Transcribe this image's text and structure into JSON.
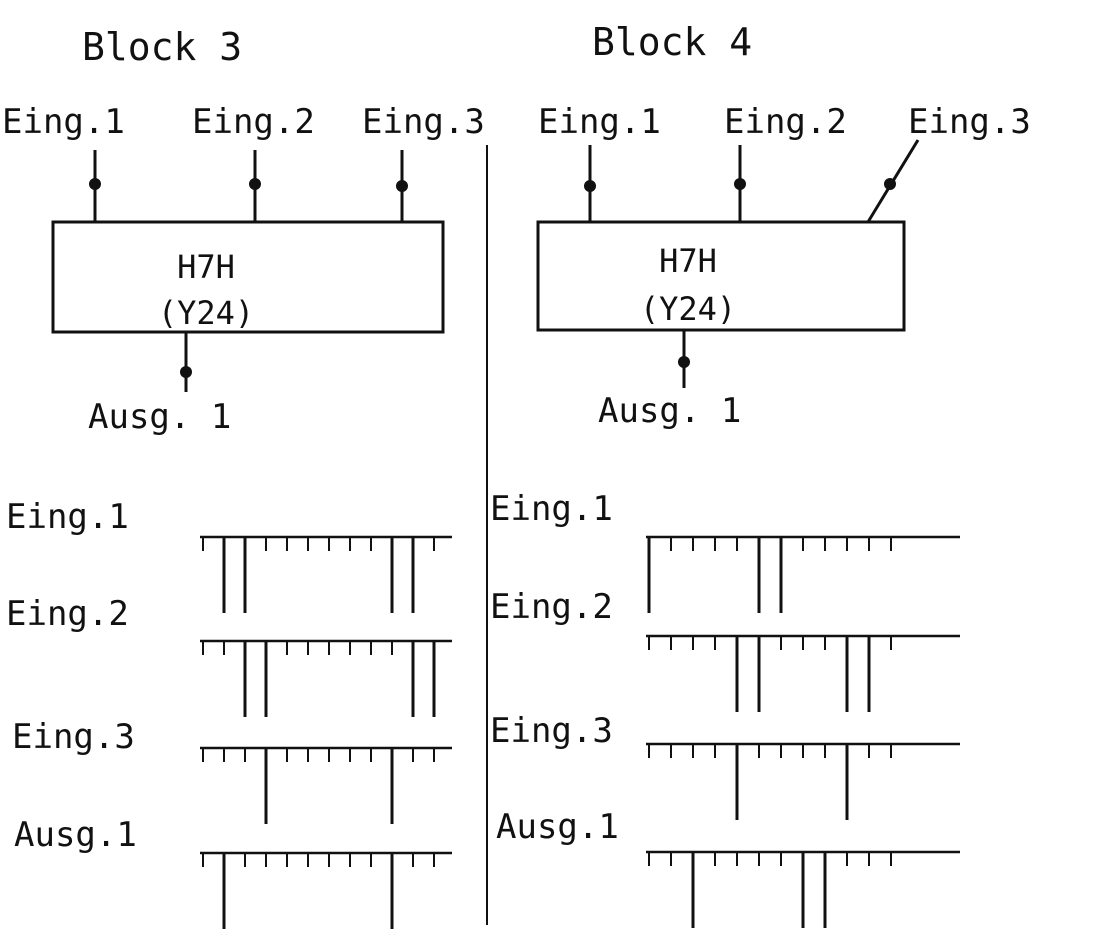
{
  "blocks": [
    {
      "title": "Block 3",
      "inputs": [
        "Eing.1",
        "Eing.2",
        "Eing.3"
      ],
      "box_line1": "H7H",
      "box_line2": "(Y24)",
      "output": "Ausg. 1",
      "waveforms": [
        {
          "label": "Eing.1",
          "pulses": [
            0,
            1,
            1,
            0,
            0,
            0,
            0,
            0,
            0,
            1,
            1,
            0
          ]
        },
        {
          "label": "Eing.2",
          "pulses": [
            0,
            0,
            1,
            1,
            0,
            0,
            0,
            0,
            0,
            0,
            1,
            1
          ]
        },
        {
          "label": "Eing.3",
          "pulses": [
            0,
            0,
            0,
            1,
            0,
            0,
            0,
            0,
            0,
            1,
            0,
            0
          ]
        },
        {
          "label": "Ausg.1",
          "pulses": [
            0,
            1,
            0,
            0,
            0,
            0,
            0,
            0,
            0,
            1,
            0,
            0
          ]
        }
      ]
    },
    {
      "title": "Block 4",
      "inputs": [
        "Eing.1",
        "Eing.2",
        "Eing.3"
      ],
      "box_line1": "H7H",
      "box_line2": "(Y24)",
      "output": "Ausg. 1",
      "waveforms": [
        {
          "label": "Eing.1",
          "pulses": [
            1,
            0,
            0,
            0,
            0,
            1,
            1,
            0,
            0,
            0,
            0,
            0
          ]
        },
        {
          "label": "Eing.2",
          "pulses": [
            0,
            0,
            0,
            0,
            1,
            1,
            0,
            0,
            0,
            1,
            1,
            0
          ]
        },
        {
          "label": "Eing.3",
          "pulses": [
            0,
            0,
            0,
            0,
            1,
            0,
            0,
            0,
            0,
            1,
            0,
            0
          ]
        },
        {
          "label": "Ausg.1",
          "pulses": [
            0,
            0,
            1,
            0,
            0,
            0,
            0,
            1,
            1,
            0,
            0,
            0
          ]
        }
      ]
    }
  ],
  "colors": {
    "ink": "#111111",
    "paper": "#ffffff"
  }
}
